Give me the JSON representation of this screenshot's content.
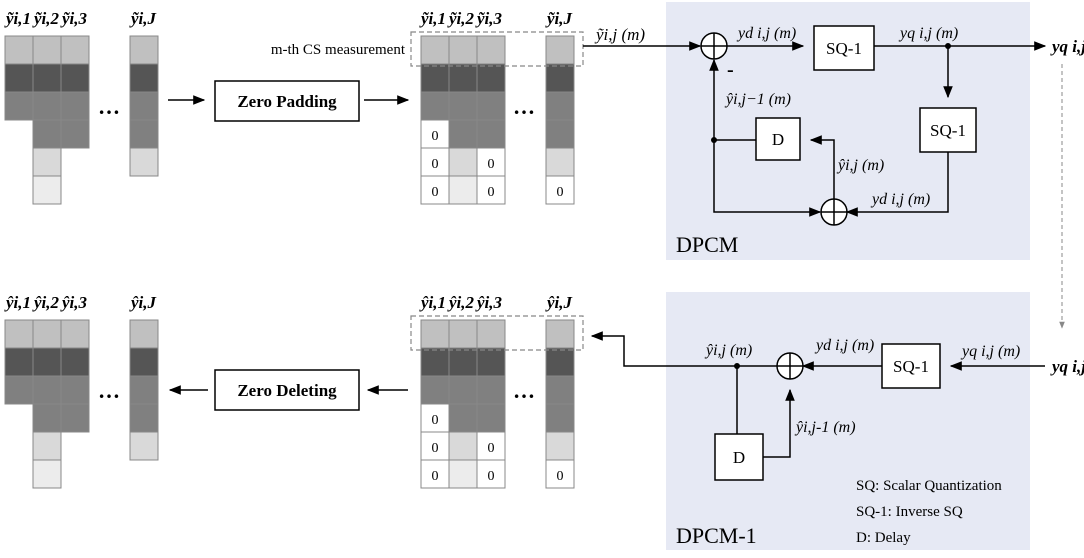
{
  "top": {
    "input_labels": [
      "ỹi,1",
      "ỹi,2",
      "ỹi,3",
      "ỹi,J"
    ],
    "padded_labels": [
      "ỹi,1",
      "ỹi,2",
      "ỹi,3",
      "ỹi,J"
    ],
    "measurement_label": "m-th CS measurement",
    "zero_padding_label": "Zero Padding",
    "ellipsis": "…",
    "zero": "0"
  },
  "dpcm": {
    "title": "DPCM",
    "input_signal": "ỹi,j (m)",
    "diff_signal": "yd i,j (m)",
    "sq_label": "SQ-1",
    "quant_signal": "yq i,j (m)",
    "output_vector": "yq i,j",
    "minus_sign": "-",
    "delay_label": "D",
    "prev_pred": "ŷi,j−1 (m)",
    "pred_signal": "ŷi,j (m)",
    "recon_diff": "yd i,j (m)",
    "inv_sq_label": "SQ-1"
  },
  "idpcm": {
    "title": "DPCM-1",
    "input_vector": "yq i,j",
    "input_signal": "yq i,j (m)",
    "inv_sq_label": "SQ-1",
    "diff_signal": "yd i,j (m)",
    "output_signal": "ŷi,j (m)",
    "prev_signal": "ŷi,j-1 (m)",
    "delay_label": "D"
  },
  "bottom": {
    "recon_labels": [
      "ŷi,1",
      "ŷi,2",
      "ŷi,3",
      "ŷi,J"
    ],
    "output_labels": [
      "ŷi,1",
      "ŷi,2",
      "ŷi,3",
      "ŷi,J"
    ],
    "zero_deleting_label": "Zero Deleting"
  },
  "legend": {
    "sq": "SQ: Scalar Quantization",
    "inv_sq": "SQ-1: Inverse SQ",
    "delay": "D: Delay"
  },
  "colors": {
    "panel": "#e6e9f4",
    "dark": "#555555",
    "mid": "#808080",
    "light": "#c0c0c0",
    "pale": "#d9d9d9",
    "faint": "#ececec"
  }
}
